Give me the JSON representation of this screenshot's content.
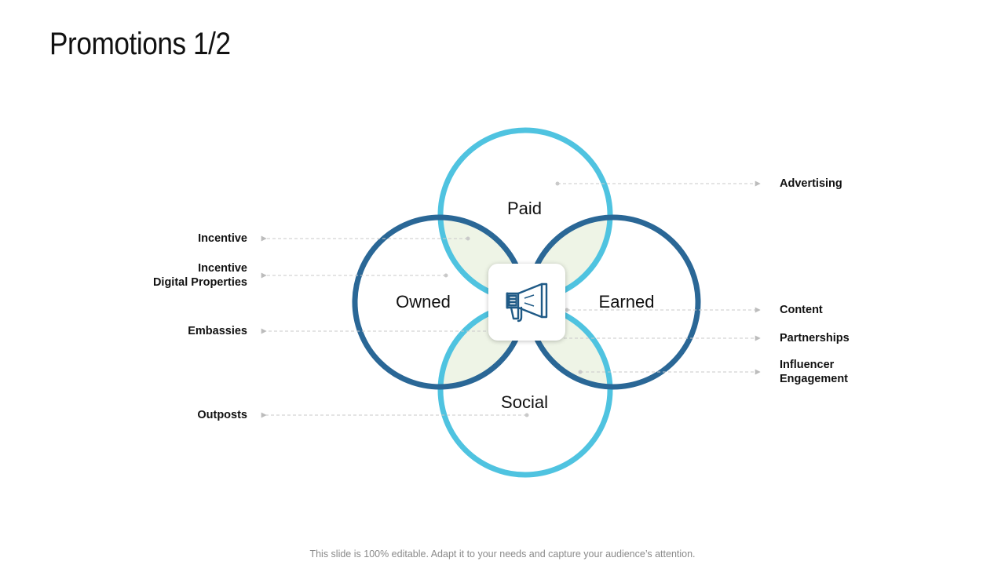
{
  "slide": {
    "title": "Promotions 1/2",
    "footer": "This slide is 100% editable. Adapt it to your needs and capture your audience’s attention."
  },
  "diagram": {
    "circles": {
      "paid": "Paid",
      "owned": "Owned",
      "earned": "Earned",
      "social": "Social"
    },
    "center_icon": "megaphone-icon",
    "left_labels": {
      "incentive": "Incentive",
      "incentive_digital_line1": "Incentive",
      "incentive_digital_line2": "Digital Properties",
      "embassies": "Embassies",
      "outposts": "Outposts"
    },
    "right_labels": {
      "advertising": "Advertising",
      "content": "Content",
      "partnerships": "Partnerships",
      "influencer_line1": "Influencer",
      "influencer_line2": "Engagement"
    },
    "colors": {
      "light_ring": "#4fc3e0",
      "dark_ring": "#2a6796",
      "overlap_fill": "#eef4e6",
      "icon": "#1f5a86"
    }
  }
}
